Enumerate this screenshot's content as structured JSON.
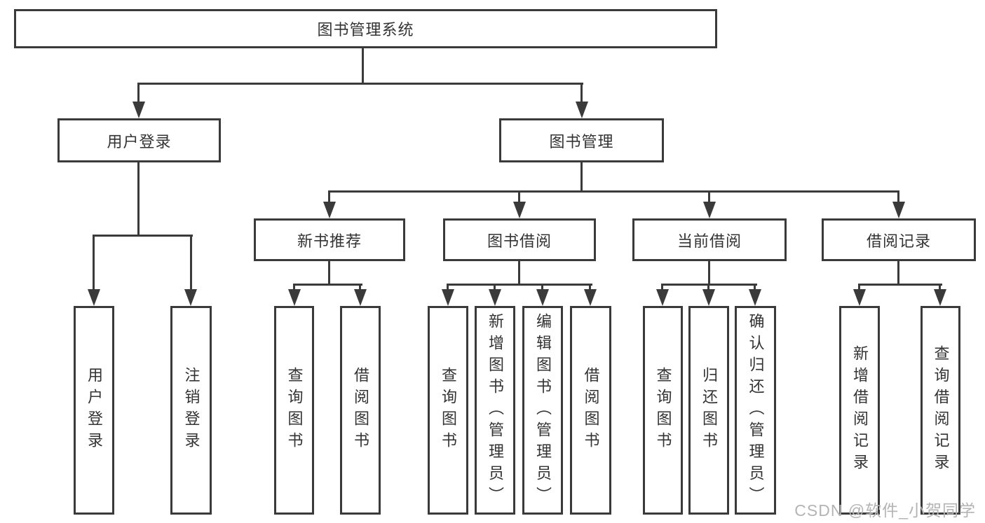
{
  "diagram": {
    "root": {
      "label": "图书管理系统"
    },
    "login": {
      "label": "用户登录",
      "leaves": [
        {
          "label": "用户登录"
        },
        {
          "label": "注销登录"
        }
      ]
    },
    "mgmt": {
      "label": "图书管理",
      "groups": [
        {
          "label": "新书推荐",
          "leaves": [
            {
              "label": "查询图书"
            },
            {
              "label": "借阅图书"
            }
          ]
        },
        {
          "label": "图书借阅",
          "leaves": [
            {
              "label": "查询图书"
            },
            {
              "label": "新增图书（管理员）"
            },
            {
              "label": "编辑图书（管理员）"
            },
            {
              "label": "借阅图书"
            }
          ]
        },
        {
          "label": "当前借阅",
          "leaves": [
            {
              "label": "查询图书"
            },
            {
              "label": "归还图书"
            },
            {
              "label": "确认归还（管理员）"
            }
          ]
        },
        {
          "label": "借阅记录",
          "leaves": [
            {
              "label": "新增借阅记录"
            },
            {
              "label": "查询借阅记录"
            }
          ]
        }
      ]
    }
  },
  "watermark": {
    "text": "CSDN @软件_小贺同学"
  },
  "colors": {
    "line": "#3a3a3a",
    "text": "#333333",
    "watermark": "#b4b4b4",
    "background": "#ffffff"
  }
}
